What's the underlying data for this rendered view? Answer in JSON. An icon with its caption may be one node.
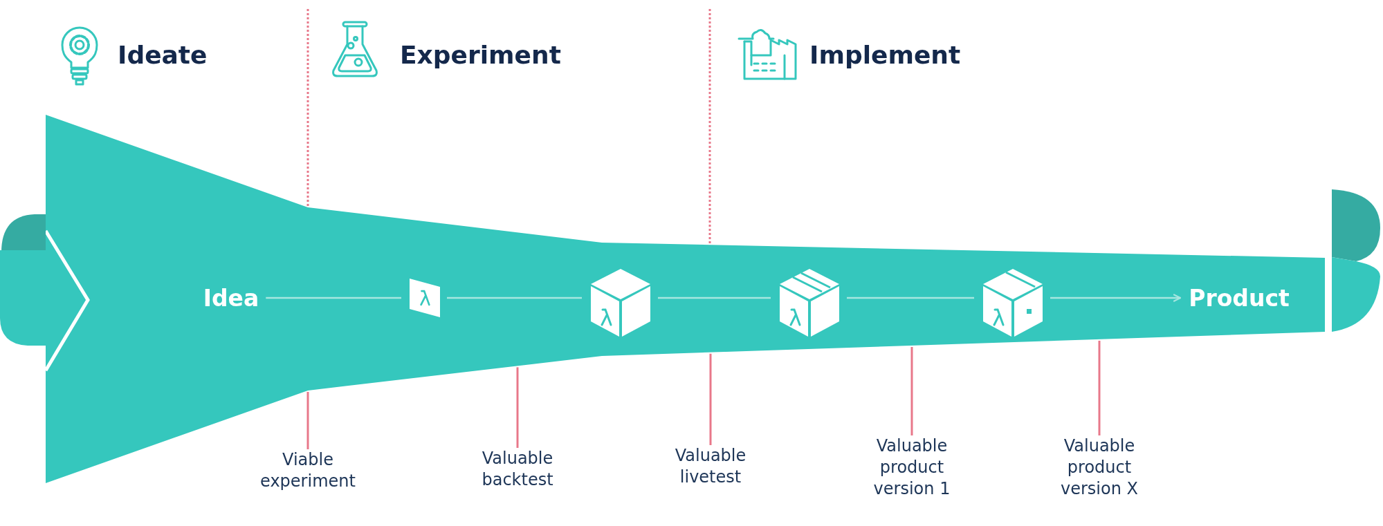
{
  "diagram": {
    "nodes": [
      {
        "text": [],
        "shape": "funnel"
      },
      {
        "text": [
          "Idea"
        ],
        "in": 0
      },
      {
        "text": [],
        "shape": "picture",
        "in": 0
      },
      {
        "text": [],
        "shape": "picture",
        "in": 0
      },
      {
        "text": [],
        "shape": "picture",
        "in": 0
      },
      {
        "text": [],
        "shape": "picture",
        "in": 0
      },
      {
        "text": [
          "Product"
        ],
        "in": 0
      },
      {
        "text": [
          "Viable experiment"
        ]
      },
      {
        "text": [
          "Valuable backtest"
        ]
      },
      {
        "text": [
          "Valuable livetest"
        ]
      },
      {
        "text": [
          "Valuable product version 1"
        ]
      },
      {
        "text": [
          "Valuable product version X"
        ]
      }
    ],
    "edges": [
      {
        "from": 1,
        "to": 2,
        "arrow": "none"
      },
      {
        "from": 2,
        "to": 3,
        "arrow": "none"
      },
      {
        "from": 3,
        "to": 4,
        "arrow": "none"
      },
      {
        "from": 4,
        "to": 5,
        "arrow": "none"
      },
      {
        "from": 5,
        "to": 6,
        "arrow": "to"
      },
      {
        "from": 7,
        "to": 0,
        "arrow": "none",
        "color": "#e8788a"
      },
      {
        "from": 8,
        "to": 0,
        "arrow": "none",
        "color": "#e8788a"
      },
      {
        "from": 9,
        "to": 0,
        "arrow": "none",
        "color": "#e8788a"
      },
      {
        "from": 10,
        "to": 0,
        "arrow": "none",
        "color": "#e8788a"
      },
      {
        "from": 11,
        "to": 0,
        "arrow": "none",
        "color": "#e8788a"
      }
    ],
    "labels": [
      "Ideate",
      "Experiment",
      "Implement"
    ]
  }
}
